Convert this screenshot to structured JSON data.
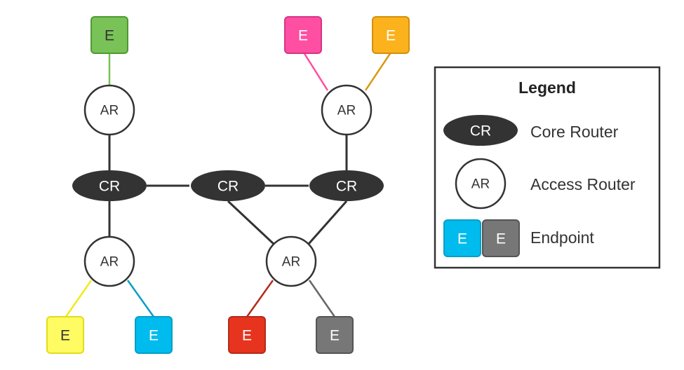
{
  "colors": {
    "core_router_fill": "#333333",
    "access_router_stroke": "#333333",
    "link": "#333333",
    "endpoint_green": "#79c257",
    "endpoint_pink": "#ff4fa3",
    "endpoint_orange": "#fbb21c",
    "endpoint_yellow": "#fffb63",
    "endpoint_cyan": "#00bcee",
    "endpoint_red": "#e7341f",
    "endpoint_gray": "#777777"
  },
  "nodes": {
    "cr": "CR",
    "ar": "AR",
    "e": "E"
  },
  "legend": {
    "title": "Legend",
    "core_router_symbol": "CR",
    "core_router_label": "Core Router",
    "access_router_symbol": "AR",
    "access_router_label": "Access Router",
    "endpoint_symbol_1": "E",
    "endpoint_symbol_2": "E",
    "endpoint_label": "Endpoint"
  }
}
